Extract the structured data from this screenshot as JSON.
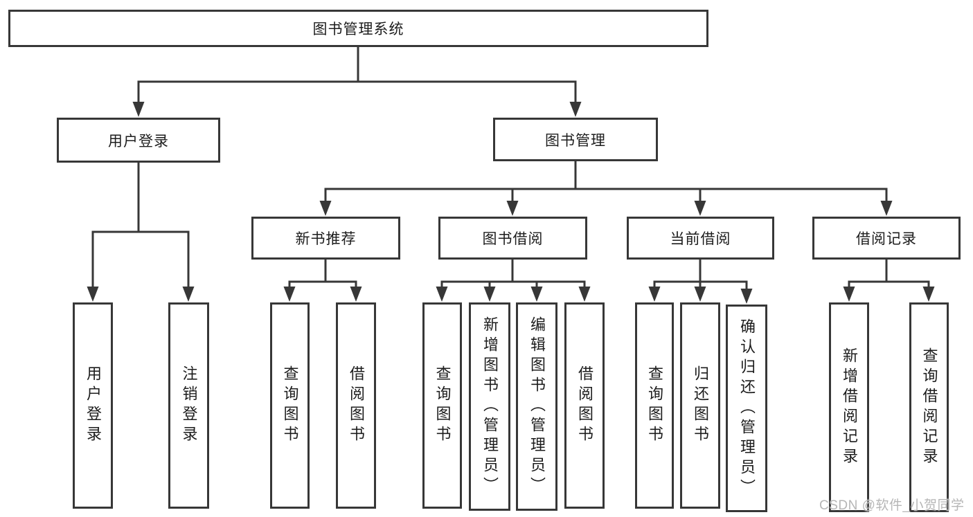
{
  "colors": {
    "line": "#373737",
    "text": "#1c1c1c",
    "box_bg": "#ffffff",
    "page_bg": "#ffffff",
    "watermark": "#b6b6b6"
  },
  "root": {
    "label": "图书管理系统"
  },
  "branches": [
    {
      "label": "用户登录",
      "children": [
        {
          "label": "用户登录"
        },
        {
          "label": "注销登录"
        }
      ]
    },
    {
      "label": "图书管理",
      "sections": [
        {
          "label": "新书推荐",
          "children": [
            {
              "label": "查询图书"
            },
            {
              "label": "借阅图书"
            }
          ]
        },
        {
          "label": "图书借阅",
          "children": [
            {
              "label": "查询图书"
            },
            {
              "label": "新增图书（管理员）"
            },
            {
              "label": "编辑图书（管理员）"
            },
            {
              "label": "借阅图书"
            }
          ]
        },
        {
          "label": "当前借阅",
          "children": [
            {
              "label": "查询图书"
            },
            {
              "label": "归还图书"
            },
            {
              "label": "确认归还（管理员）"
            }
          ]
        },
        {
          "label": "借阅记录",
          "children": [
            {
              "label": "新增借阅记录"
            },
            {
              "label": "查询借阅记录"
            }
          ]
        }
      ]
    }
  ],
  "watermark": {
    "text": "CSDN @软件_小贺同学"
  }
}
